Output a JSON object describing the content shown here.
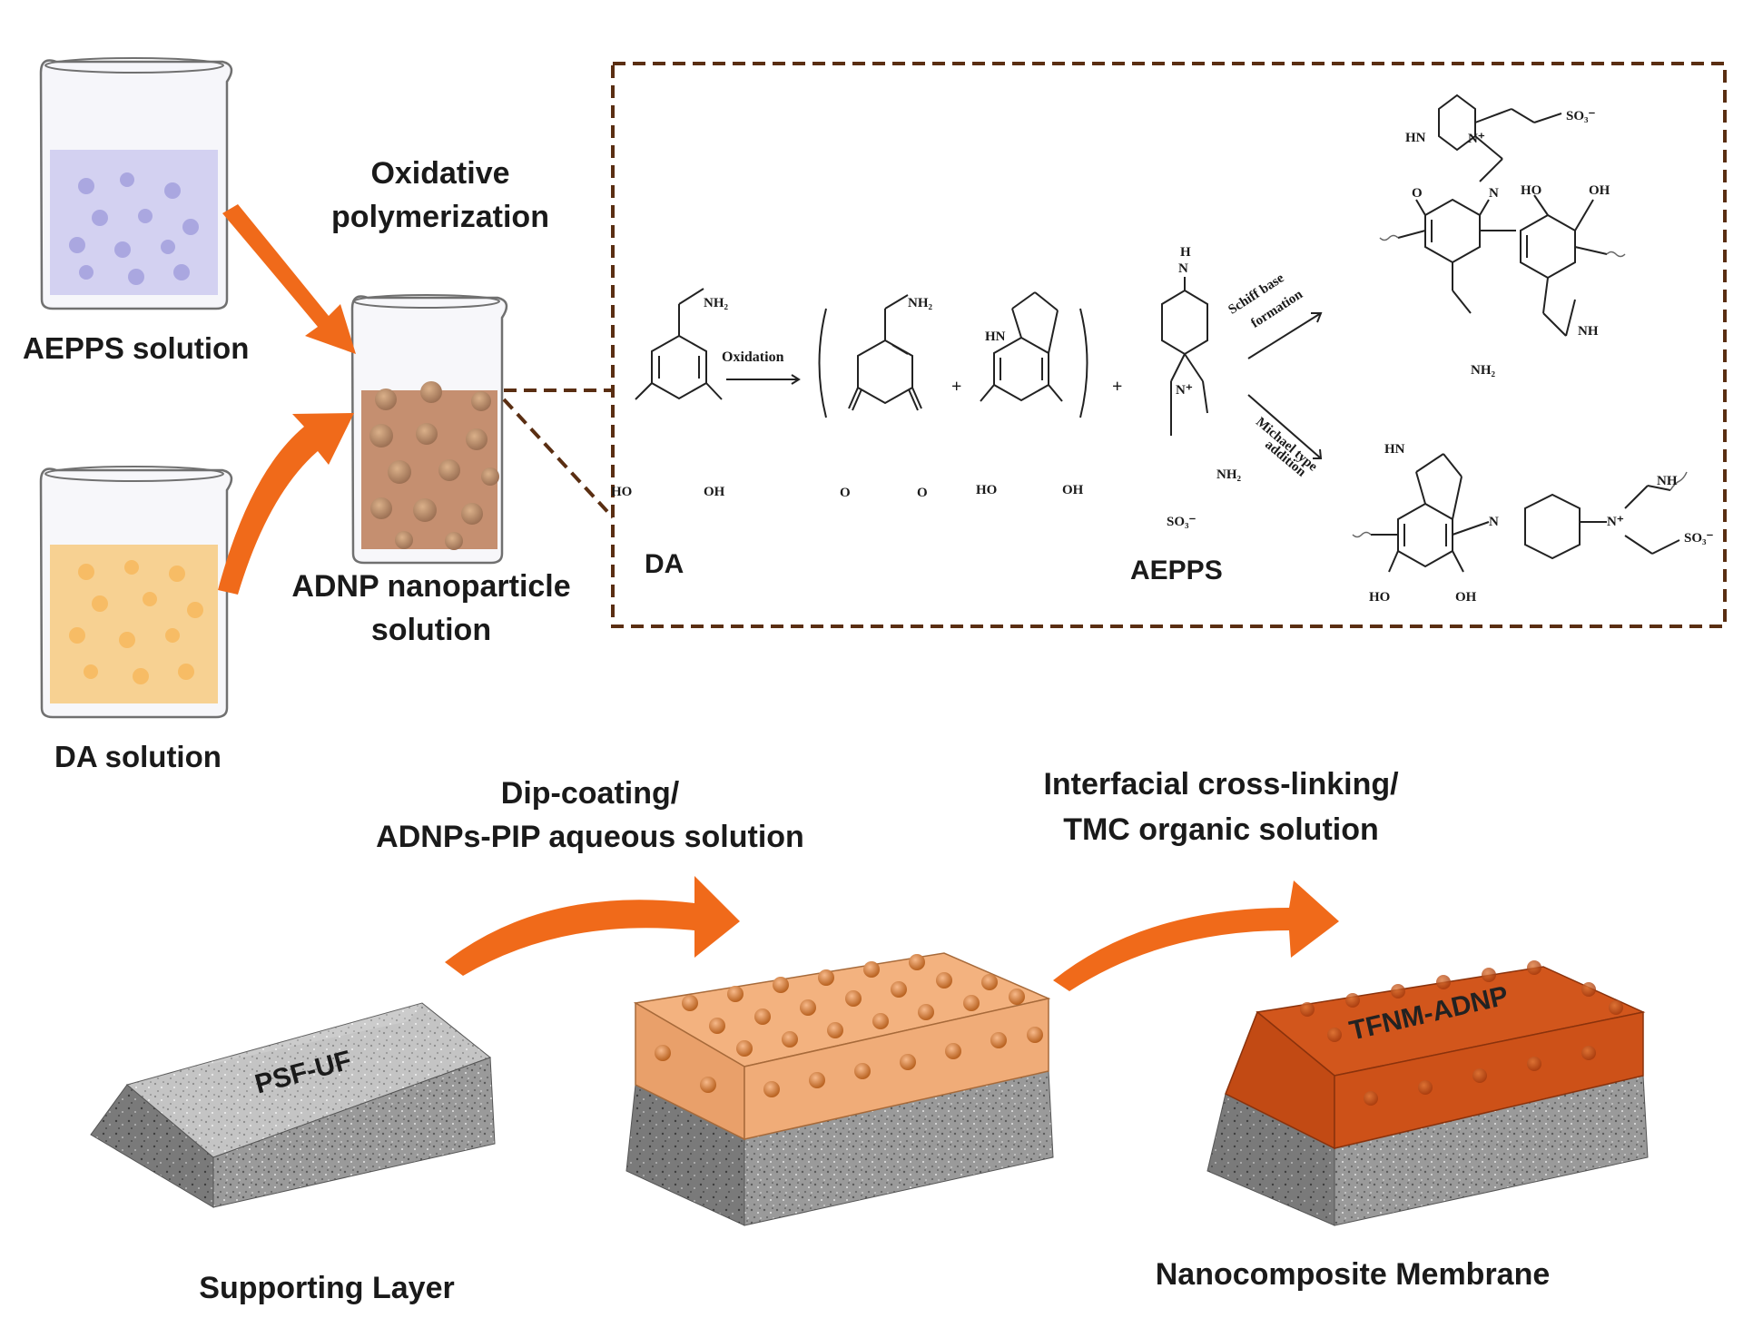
{
  "labels": {
    "aepps_solution": "AEPPS solution",
    "da_solution": "DA solution",
    "oxidative_line1": "Oxidative",
    "oxidative_line2": "polymerization",
    "adnp_line1": "ADNP  nanoparticle",
    "adnp_line2": "solution",
    "dip_line1": "Dip-coating/",
    "dip_line2": "ADNPs-PIP  aqueous  solution",
    "inter_line1": "Interfacial  cross-linking/",
    "inter_line2": "TMC  organic  solution",
    "psf": "PSF-UF",
    "tfnm": "TFNM-ADNP",
    "supporting": "Supporting  Layer",
    "nanocomposite": "Nanocomposite  Membrane"
  },
  "reaction": {
    "da": "DA",
    "aepps": "AEPPS",
    "oxidation": "Oxidation",
    "schiff_1": "Schiff base",
    "schiff_2": "formation",
    "michael_1": "Michael type",
    "michael_2": "addition",
    "nh2": "NH₂",
    "ho": "HO",
    "oh": "OH",
    "o": "O",
    "hn": "HN",
    "nh": "NH",
    "h": "H",
    "n": "N",
    "n_plus": "N⁺",
    "so3": "SO₃⁻",
    "plus": "+"
  },
  "colors": {
    "arrow_orange": "#f06a1a",
    "dashed_box": "#5a2e12",
    "aepps_liquid": "#c9c6f2",
    "da_liquid": "#ffc96a",
    "adnp_liquid": "#b86b3a",
    "coating_light": "#f3b27f",
    "coating_dark": "#d2561c"
  }
}
